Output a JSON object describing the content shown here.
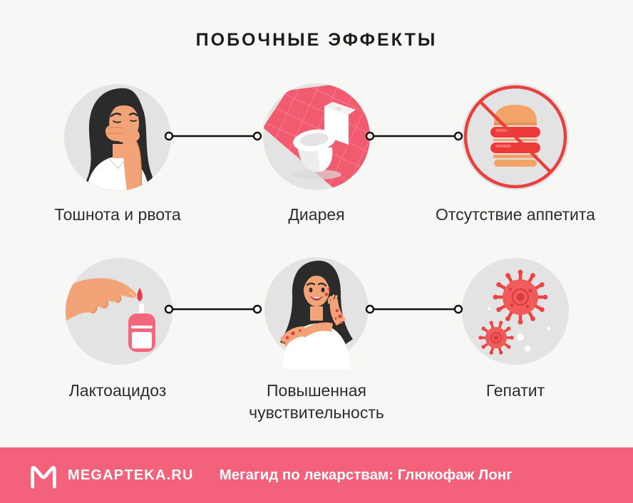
{
  "title": "ПОБОЧНЫЕ ЭФФЕКТЫ",
  "side_effects": [
    {
      "label": "Тошнота и рвота",
      "icon": "nausea-woman-icon"
    },
    {
      "label": "Диарея",
      "icon": "toilet-icon"
    },
    {
      "label": "Отсутствие аппетита",
      "icon": "no-appetite-burger-icon"
    },
    {
      "label": "Лактоацидоз",
      "icon": "blood-glucose-meter-icon"
    },
    {
      "label": "Повышенная чувствительность",
      "icon": "skin-rash-woman-icon"
    },
    {
      "label": "Гепатит",
      "icon": "hepatitis-virus-icon"
    }
  ],
  "footer": {
    "brand": "MEGAPTEKA.RU",
    "tagline": "Мегагид по лекарствам: Глюкофаж Лонг"
  },
  "colors": {
    "background": "#F7F7F6",
    "icon_circle": "#E3E3E3",
    "footer_background": "#F4617A",
    "accent_red": "#E8403C",
    "tile_pink": "#F25A6F",
    "illustration_red": "#EF3A3A",
    "skin_tone": "#F2A478",
    "hair_dark": "#2B2B2B",
    "title_text": "#1C1C1C",
    "label_text": "#2D2D2D"
  }
}
